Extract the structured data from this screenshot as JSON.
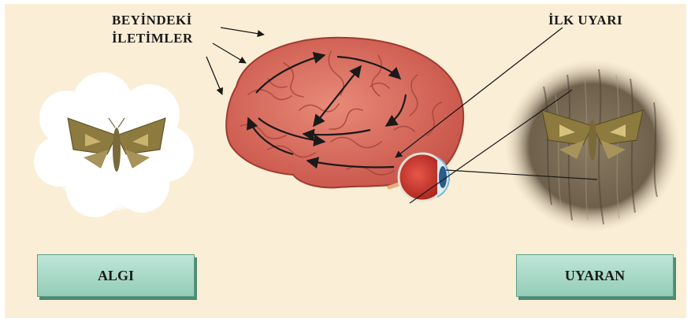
{
  "labels": {
    "brain_signals_line1": "BEYİNDEKİ",
    "brain_signals_line2": "İLETİMLER",
    "first_stimulus": "İLK UYARI",
    "perception": "ALGI",
    "stimulus": "UYARAN"
  },
  "colors": {
    "background": "#fbeed6",
    "brain": "#d9695a",
    "box": "#a9dac7",
    "eye": "#c9362b"
  },
  "icons": [
    "moth-icon",
    "brain-icon",
    "eye-icon",
    "tree-bark-icon",
    "thought-cloud-icon"
  ]
}
